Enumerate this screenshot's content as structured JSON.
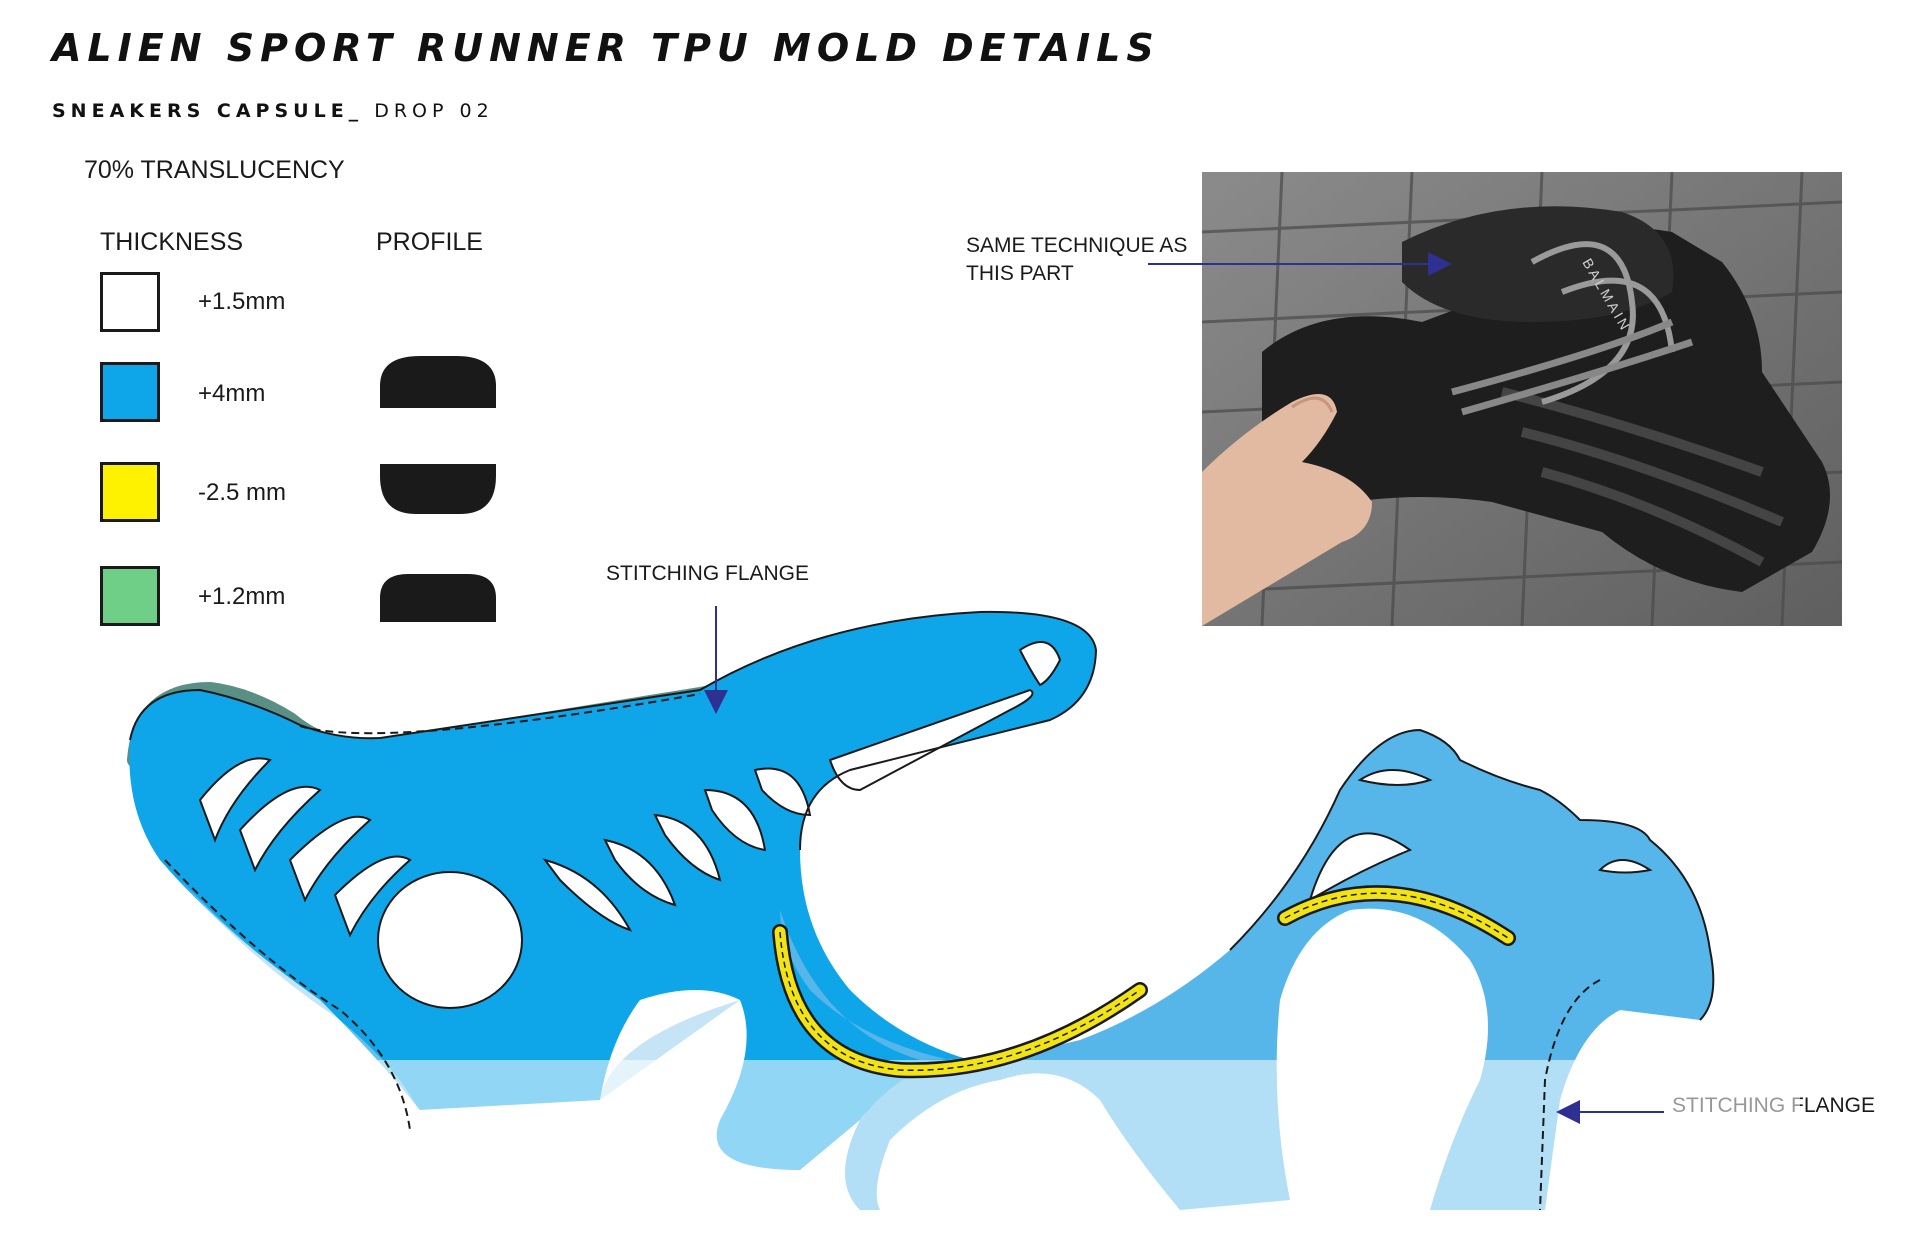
{
  "header": {
    "title": "ALIEN SPORT RUNNER TPU MOLD DETAILS",
    "subtitle_bold": "SNEAKERS CAPSULE_",
    "subtitle_light": " DROP 02"
  },
  "translucency": "70% TRANSLUCENCY",
  "legend": {
    "thickness_header": "THICKNESS",
    "profile_header": "PROFILE",
    "items": [
      {
        "value": "+1.5mm",
        "color": "#ffffff",
        "profile": "none"
      },
      {
        "value": "+4mm",
        "color": "#0ea5e9",
        "profile": "raised-dome"
      },
      {
        "value": "-2.5 mm",
        "color": "#fff200",
        "profile": "recessed"
      },
      {
        "value": "+1.2mm",
        "color": "#6fcf86",
        "profile": "low-dome"
      }
    ]
  },
  "callouts": {
    "technique_line1": "SAME TECHNIQUE AS",
    "technique_line2": "THIS PART",
    "stitching_top": "STITCHING FLANGE",
    "stitching_right": "STITCHING FLANGE"
  },
  "photo": {
    "brand_text": "BALMAIN"
  },
  "colors": {
    "mold_top": "#0ea5e9",
    "mold_bottom": "#e8eef5",
    "flange": "#5aa894",
    "yellow_channel": "#f2e313",
    "arrow": "#2e3192"
  }
}
